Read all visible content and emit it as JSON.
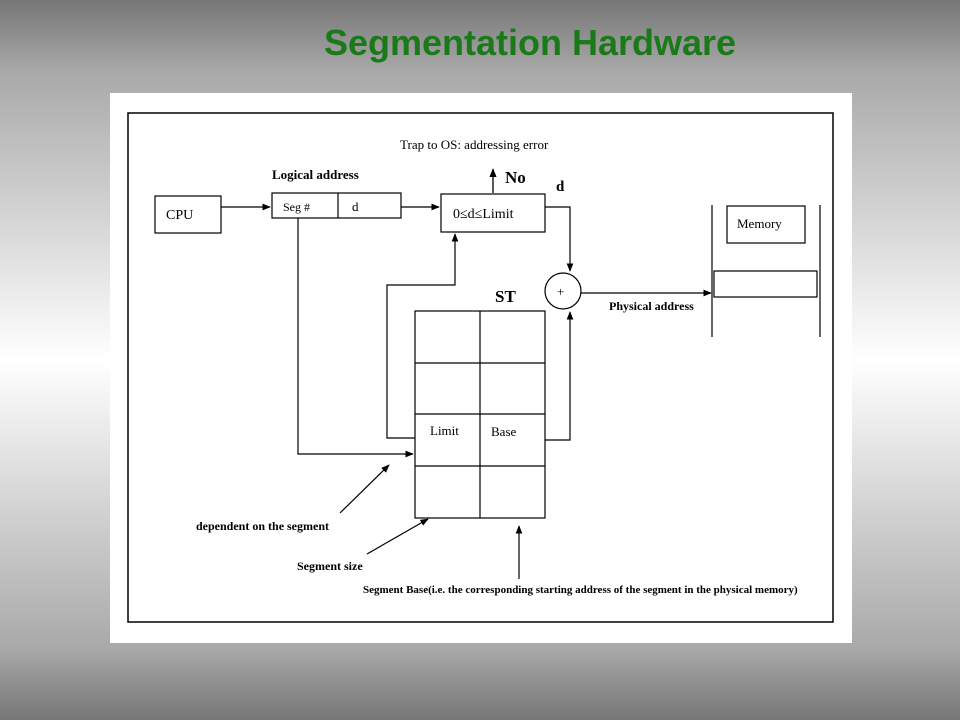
{
  "slide": {
    "title": "Segmentation Hardware"
  },
  "diagram": {
    "trap_label": "Trap to OS: addressing error",
    "no_label": "No",
    "d_label": "d",
    "logical_address_label": "Logical address",
    "cpu_label": "CPU",
    "seg_field_label": "Seg #",
    "offset_field_label": "d",
    "limit_check_label": "0≤d≤Limit",
    "adder_symbol": "+",
    "memory_label": "Memory",
    "physical_address_label": "Physical address",
    "segment_table_label": "ST",
    "limit_cell_label": "Limit",
    "base_cell_label": "Base",
    "annotation_dependent": "dependent on the segment",
    "annotation_segment_size": "Segment size",
    "annotation_segment_base": "Segment Base(i.e. the corresponding starting address of the segment in the physical memory)"
  }
}
